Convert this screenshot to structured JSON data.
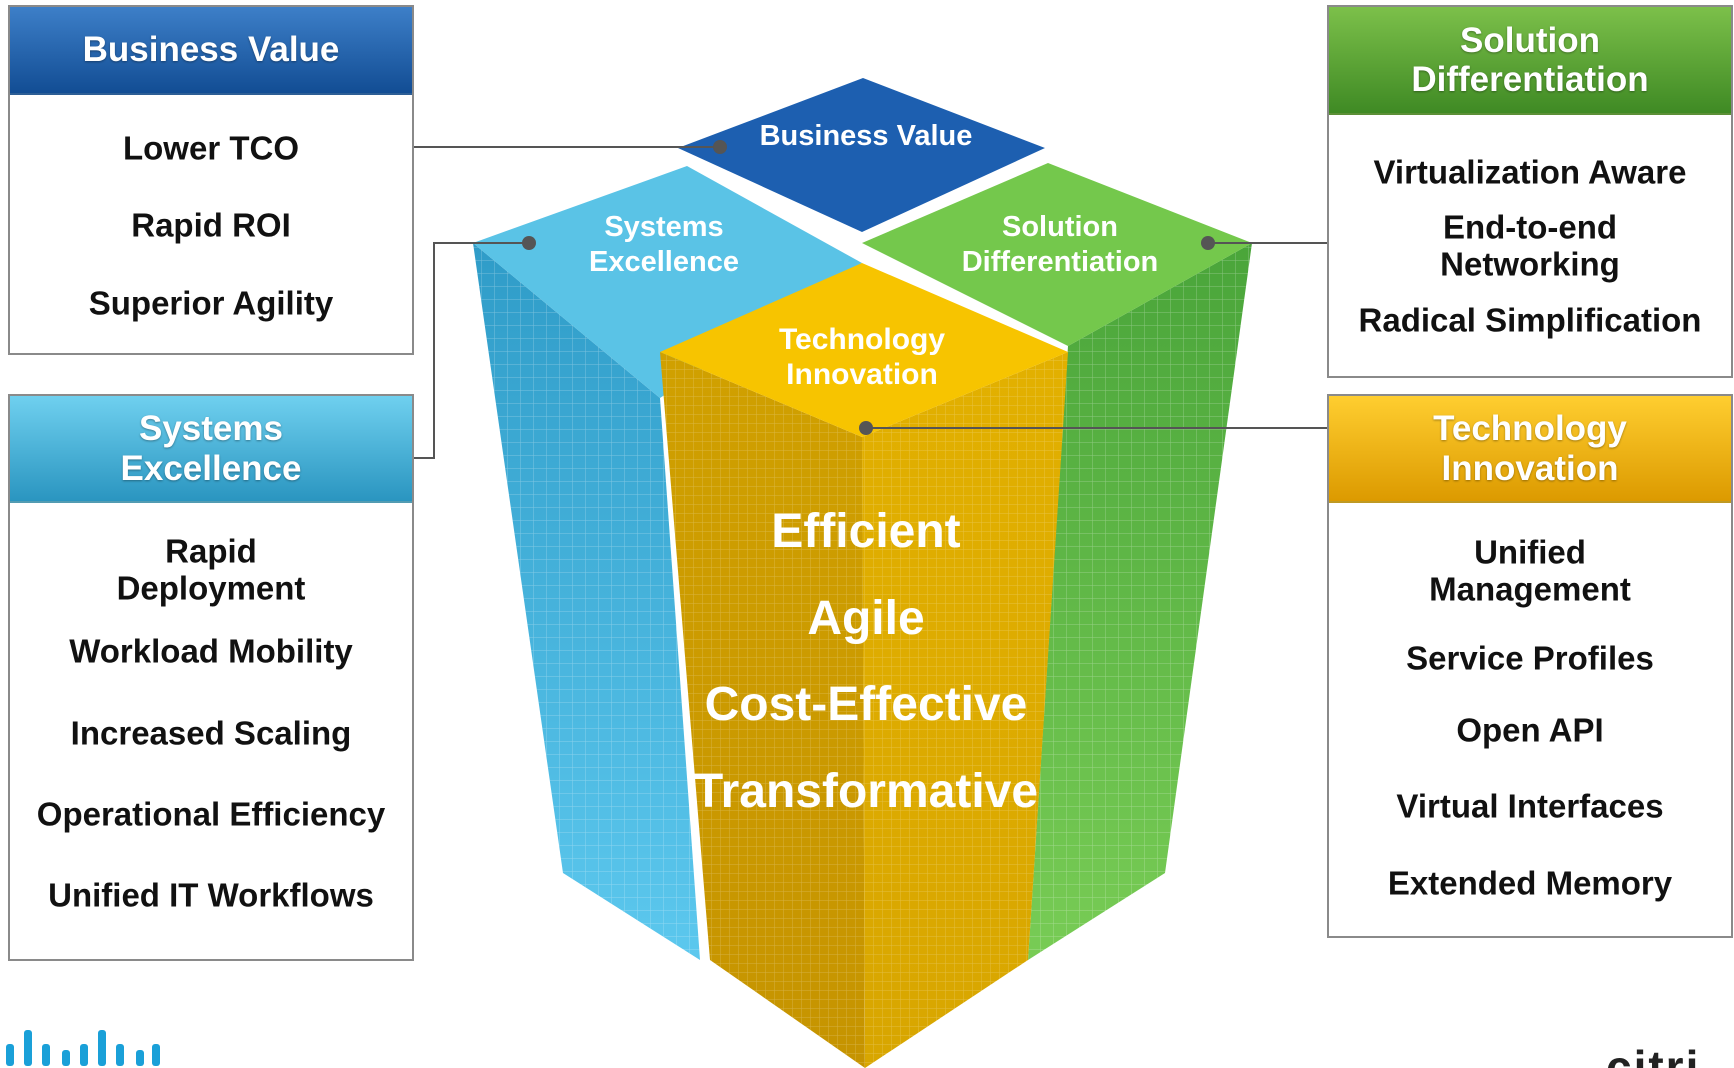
{
  "colors": {
    "blue_dark": "#1a5ea8",
    "cyan": "#40b4dc",
    "green": "#5fb63c",
    "yellow": "#f2bc00",
    "border_gray": "#8a8a8a",
    "connector": "#555555"
  },
  "panels": {
    "business_value": {
      "title": "Business Value",
      "items": [
        "Lower TCO",
        "Rapid ROI",
        "Superior Agility"
      ]
    },
    "systems_excellence": {
      "title_line1": "Systems",
      "title_line2": "Excellence",
      "items": [
        "Rapid",
        "Deployment",
        "Workload Mobility",
        "Increased Scaling",
        "Operational Efficiency",
        "Unified IT Workflows"
      ]
    },
    "solution_differentiation": {
      "title_line1": "Solution",
      "title_line2": "Differentiation",
      "items": [
        "Virtualization Aware",
        "End-to-end",
        "Networking",
        "Radical Simplification"
      ]
    },
    "technology_innovation": {
      "title_line1": "Technology",
      "title_line2": "Innovation",
      "items": [
        "Unified",
        "Management",
        "Service Profiles",
        "Open API",
        "Virtual Interfaces",
        "Extended Memory"
      ]
    }
  },
  "cube": {
    "top_business_value": "Business Value",
    "top_systems_line1": "Systems",
    "top_systems_line2": "Excellence",
    "top_solution_line1": "Solution",
    "top_solution_line2": "Differentiation",
    "top_tech_line1": "Technology",
    "top_tech_line2": "Innovation",
    "attributes": [
      "Efficient",
      "Agile",
      "Cost-Effective",
      "Transformative"
    ]
  },
  "logos": {
    "left_icon": "cisco-logo-bars",
    "right_partial_text": "citri"
  }
}
